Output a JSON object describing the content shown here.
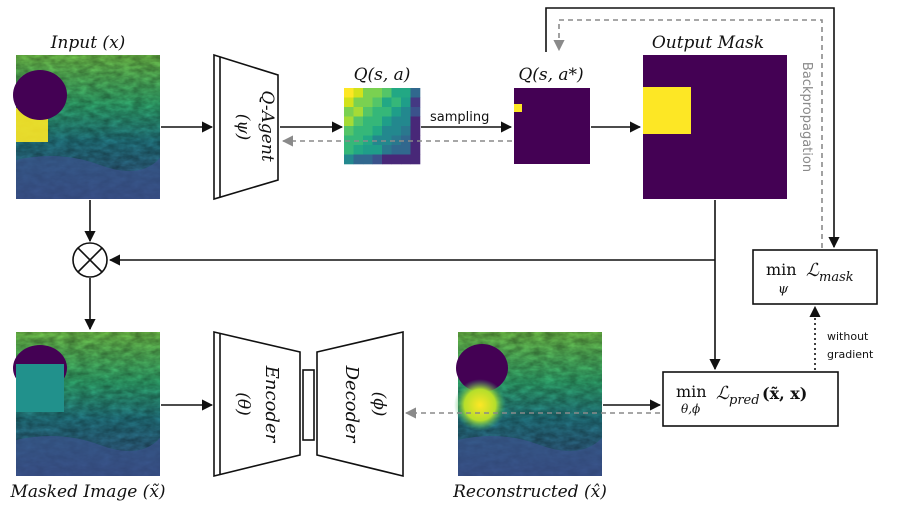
{
  "labels": {
    "input": "Input (x)",
    "q_sa": "Q(s, a)",
    "q_sa_star": "Q(s, a*)",
    "output_mask": "Output Mask",
    "backpropagation": "Backpropagation",
    "sampling": "sampling",
    "masked_image": "Masked Image (x̃)",
    "reconstructed": "Reconstructed (x̂)",
    "without": "without",
    "gradient": "gradient"
  },
  "q_agent": {
    "name": "Q-Agent",
    "param": "(ψ)"
  },
  "encoder": {
    "name": "Encoder",
    "param": "(θ)"
  },
  "decoder": {
    "name": "Decoder",
    "param": "(ϕ)"
  },
  "loss_mask": {
    "min": "min",
    "sub": "ψ",
    "loss": "ℒ",
    "loss_sub": "mask"
  },
  "loss_pred": {
    "min": "min",
    "sub": "θ,ϕ",
    "loss": "ℒ",
    "loss_sub": "pred",
    "args": "(x̃, x)"
  },
  "colors": {
    "viridis_dark": "#440154",
    "viridis_yellow": "#fde725",
    "viridis_teal": "#21918c",
    "viridis_green": "#5ec962",
    "viridis_blue": "#3b528b",
    "arrow": "#111111",
    "dashed_arrow": "#8a8a8a"
  },
  "icons": {
    "multiply": "circle-times-icon"
  }
}
